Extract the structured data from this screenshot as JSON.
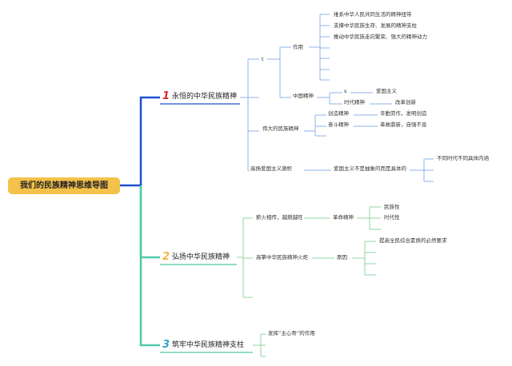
{
  "root": "我们的民族精神思维导图",
  "colors": {
    "blue": "#1f4fd1",
    "teal": "#52c8a8",
    "light_blue": "#8fb3e8",
    "light_green": "#92d6a0",
    "root_bg": "#f4c24a"
  },
  "branches": [
    {
      "number": "1",
      "title": "永恒的中华民族精神",
      "nodes": {
        "t": "t",
        "zuoyong": "作用",
        "z1": "维系中华人民共同生活的精神纽带",
        "z2": "支撑中华民族生存、发展的精神支柱",
        "z3": "推动中华民族走向繁荣、强大的精神动力",
        "zhongguo": "中国精神",
        "s": "s",
        "aiguo": "爱国主义",
        "shidai": "时代精神",
        "gaige": "改革创新",
        "weida": "伟大的民族精神",
        "chuangzao": "创造精神",
        "xinqin": "辛勤劳作，发明创造",
        "fendou": "奋斗精神",
        "gegu": "革故鼎新，自强不息",
        "gaoju": "高扬爱国主义旗帜",
        "juti": "爱国主义不是抽象的而是具体的",
        "butong": "不同时代不同具体内涵"
      }
    },
    {
      "number": "2",
      "title": "弘扬中华民族精神",
      "nodes": {
        "xinhuo": "薪火相传，越燃越旺",
        "geming": "革命精神",
        "minzu": "民族性",
        "shidaixing": "时代性",
        "gaoju2": "高擎中华民族精神火炬",
        "yuanyin": "原因",
        "tigao": "提高全民综合素质的必然要求"
      }
    },
    {
      "number": "3",
      "title": "筑牢中华民族精神支柱",
      "nodes": {
        "fahui": "发挥“主心骨”的作用"
      }
    }
  ]
}
